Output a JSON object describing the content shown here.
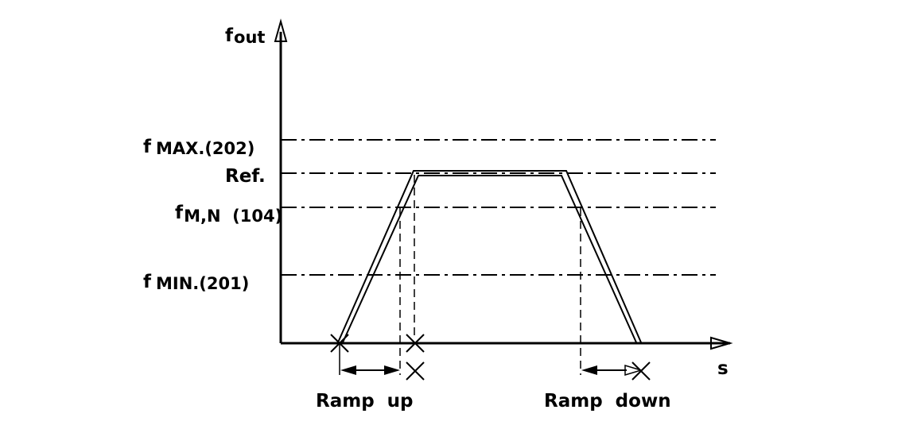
{
  "axis": {
    "y_label_main": "f",
    "y_label_sub": "out",
    "x_label": "s"
  },
  "levels": [
    {
      "id": "fmax",
      "main": "f",
      "sub": "MAX.(202)"
    },
    {
      "id": "ref",
      "main": "Ref.",
      "sub": ""
    },
    {
      "id": "fmn",
      "main": "f",
      "sub": "M,N  (104)"
    },
    {
      "id": "fmin",
      "main": "f",
      "sub": "MIN.(201)"
    }
  ],
  "annotations": {
    "ramp_up": "Ramp  up",
    "ramp_down": "Ramp  down"
  },
  "colors": {
    "line": "#000000",
    "background": "#ffffff"
  }
}
